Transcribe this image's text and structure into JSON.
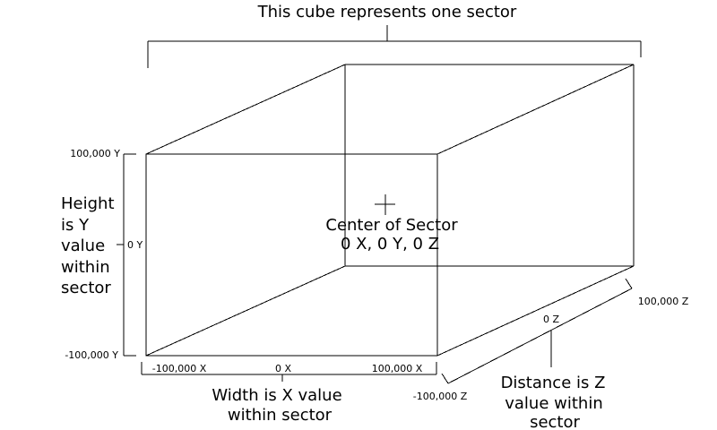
{
  "title": "This cube represents one sector",
  "center": {
    "line1": "Center of Sector",
    "line2": "0 X, 0 Y, 0 Z"
  },
  "y_axis": {
    "max_label": "100,000 Y",
    "mid_label": "0 Y",
    "min_label": "-100,000 Y",
    "caption": [
      "Height",
      "is Y",
      "value",
      "within",
      "sector"
    ]
  },
  "x_axis": {
    "min_label": "-100,000 X",
    "mid_label": "0 X",
    "max_label": "100,000 X",
    "caption": [
      "Width is X value",
      "within sector"
    ]
  },
  "z_axis": {
    "max_label": "100,000 Z",
    "mid_label": "0 Z",
    "min_label": "-100,000 Z",
    "caption": [
      "Distance is Z",
      "value within",
      "sector"
    ]
  }
}
